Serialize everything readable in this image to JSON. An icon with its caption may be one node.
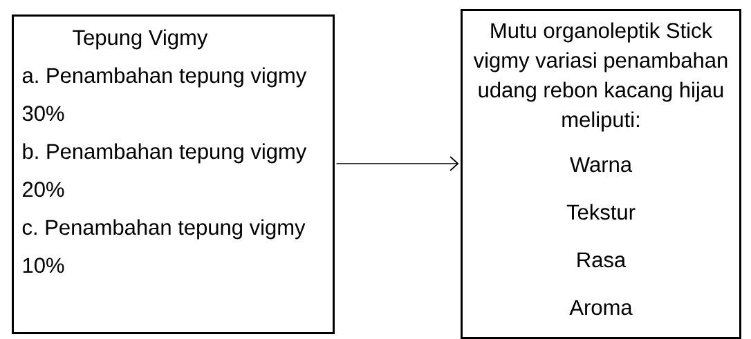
{
  "diagram": {
    "nodes": [
      {
        "text": [
          "Tepung Vigmy",
          "a. Penambahan tepung vigmy 30%",
          "b. Penambahan tepung vigmy 20%",
          "c. Penambahan tepung vigmy 10%"
        ]
      },
      {
        "text": [
          "Mutu organoleptik Stick vigmy variasi penambahan udang rebon kacang hijau meliputi:",
          "Warna",
          "Tekstur",
          "Rasa",
          "Aroma"
        ]
      }
    ],
    "edges": [
      {
        "from": 0,
        "to": 1,
        "arrow": "to"
      }
    ]
  }
}
